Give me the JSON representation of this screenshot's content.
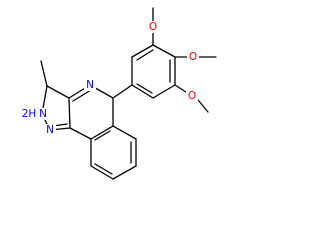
{
  "structure": {
    "colors": {
      "bond": "#000000",
      "carbon": "#000000",
      "nitrogen": "#0000ff",
      "oxygen": "#ff0000",
      "background": "#ffffff"
    },
    "atom_labels": {
      "n_imine": "N",
      "nh_prefix": "2H",
      "nh_symbol": "N",
      "n_pyrazole": "N",
      "o_top": "O",
      "o_mid": "O",
      "o_bottom": "O"
    }
  }
}
